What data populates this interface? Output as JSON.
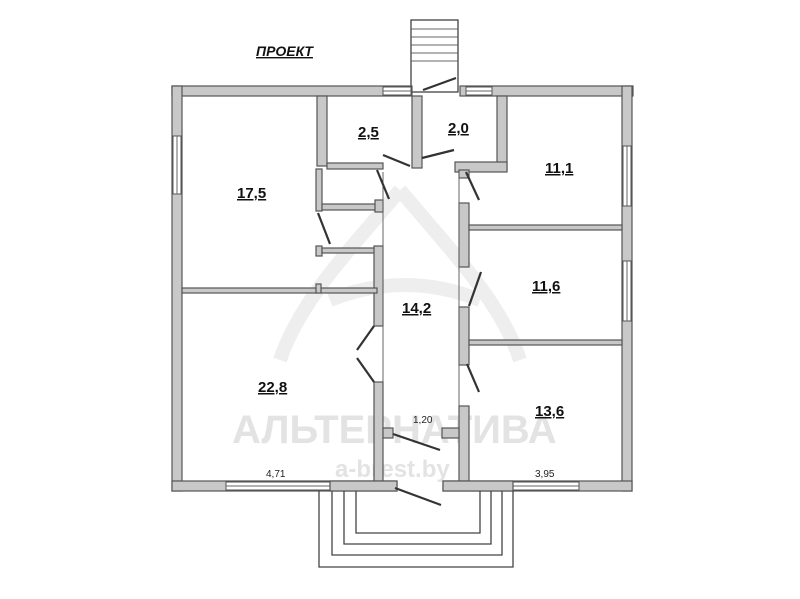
{
  "title": "ПРОЕКТ",
  "watermark": {
    "brand": "АЛЬТЕРНАТИВА",
    "site": "a-brest.by"
  },
  "rooms": [
    {
      "id": "room-left-top",
      "area": "17,5"
    },
    {
      "id": "room-bath",
      "area": "2,5"
    },
    {
      "id": "room-vestibule",
      "area": "2,0"
    },
    {
      "id": "room-right-top",
      "area": "11,1"
    },
    {
      "id": "room-hall",
      "area": "14,2"
    },
    {
      "id": "room-right-middle",
      "area": "11,6"
    },
    {
      "id": "room-left-bottom",
      "area": "22,8"
    },
    {
      "id": "room-right-bottom",
      "area": "13,6"
    }
  ],
  "dimensions": {
    "left_width": "4,71",
    "right_width": "3,95",
    "hall_width": "1,20"
  },
  "colors": {
    "wall_fill": "#c8c8c8",
    "wall_stroke": "#555555",
    "background": "#ffffff",
    "watermark": "#e3e3e3"
  }
}
